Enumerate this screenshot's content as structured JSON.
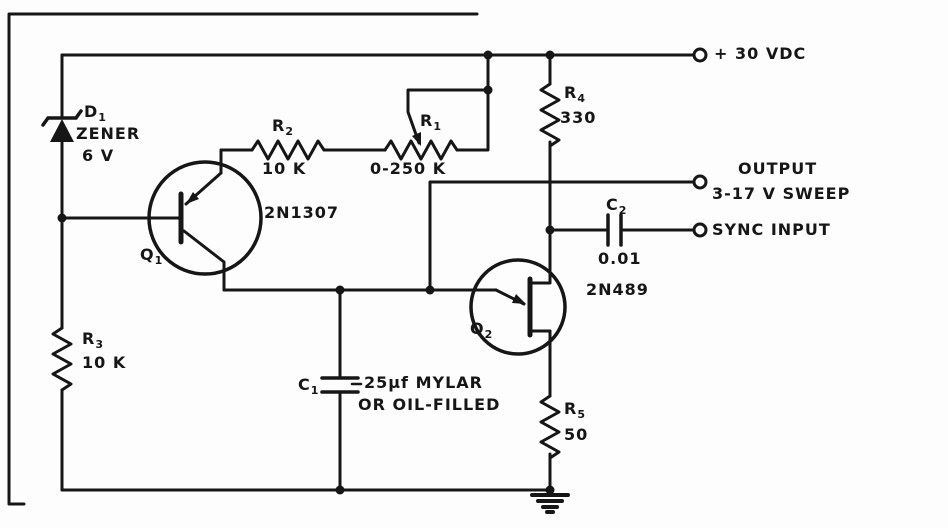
{
  "terminals": {
    "vdc": "+ 30 VDC",
    "output_line1": "OUTPUT",
    "output_line2": "3-17 V SWEEP",
    "sync": "SYNC INPUT"
  },
  "components": {
    "d1": {
      "ref": "D",
      "sub": "1",
      "type": "ZENER",
      "value": "6 V"
    },
    "q1": {
      "ref": "Q",
      "sub": "1",
      "part": "2N1307"
    },
    "q2": {
      "ref": "Q",
      "sub": "2",
      "part": "2N489"
    },
    "r1": {
      "ref": "R",
      "sub": "1",
      "value": "0-250 K"
    },
    "r2": {
      "ref": "R",
      "sub": "2",
      "value": "10 K"
    },
    "r3": {
      "ref": "R",
      "sub": "3",
      "value": "10 K"
    },
    "r4": {
      "ref": "R",
      "sub": "4",
      "value": "330"
    },
    "r5": {
      "ref": "R",
      "sub": "5",
      "value": "50"
    },
    "c1": {
      "ref": "C",
      "sub": "1",
      "value_line1": "25µf MYLAR",
      "value_line2": "OR OIL-FILLED"
    },
    "c2": {
      "ref": "C",
      "sub": "2",
      "value": "0.01"
    }
  },
  "colors": {
    "ink": "#161616",
    "paper": "#fdfdfd"
  }
}
